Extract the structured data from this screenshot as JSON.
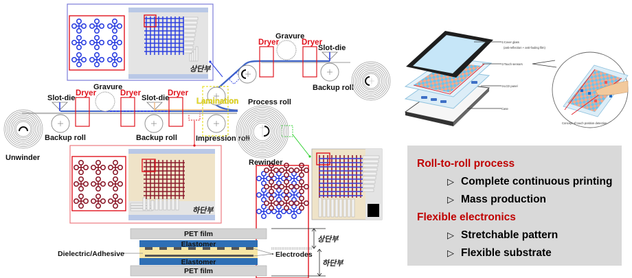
{
  "process": {
    "labels": {
      "slot_die_1": "Slot-die",
      "slot_die_2": "Slot-die",
      "slot_die_3": "Slot-die",
      "dryer_1": "Dryer",
      "dryer_2": "Dryer",
      "dryer_3": "Dryer",
      "dryer_4": "Dryer",
      "dryer_5": "Dryer",
      "gravure_1": "Gravure",
      "gravure_2": "Gravure",
      "backup_roll_1": "Backup roll",
      "backup_roll_2": "Backup roll",
      "backup_roll_3": "Backup roll",
      "unwinder": "Unwinder",
      "rewinder": "Rewinder",
      "process_roll": "Process roll",
      "impression_roll": "Impression roll",
      "lamination": "Lamination"
    },
    "insets": {
      "upper_label": "상단부",
      "lower_label": "하단부"
    }
  },
  "layer_stack": {
    "layers": [
      "PET film",
      "Elastomer",
      "Elastomer",
      "PET film"
    ],
    "dielectric": "Dielectric/Adhesive",
    "electrodes": "Electrodes",
    "upper": "상단부",
    "lower": "하단부"
  },
  "device": {
    "parts": [
      "①Cover glass",
      "(anti-reflection + anti-fouling film)",
      "②Touch sensors",
      "③LCD panel",
      "Case"
    ],
    "caption": "Concept of touch position detection"
  },
  "summary": {
    "sections": [
      {
        "heading": "Roll-to-roll process",
        "items": [
          "Complete continuous printing",
          "Mass production"
        ]
      },
      {
        "heading": "Flexible electronics",
        "items": [
          "Stretchable pattern",
          "Flexible substrate"
        ]
      }
    ],
    "bullet": "▷"
  },
  "colors": {
    "red": "#e0141e",
    "blue": "#2b3fe0",
    "maroon": "#8b1a2a",
    "heading_red": "#c00000",
    "box_gray": "#d9d9d9",
    "elastomer": "#2e6fb5",
    "dielectric": "#f7e6a5"
  }
}
